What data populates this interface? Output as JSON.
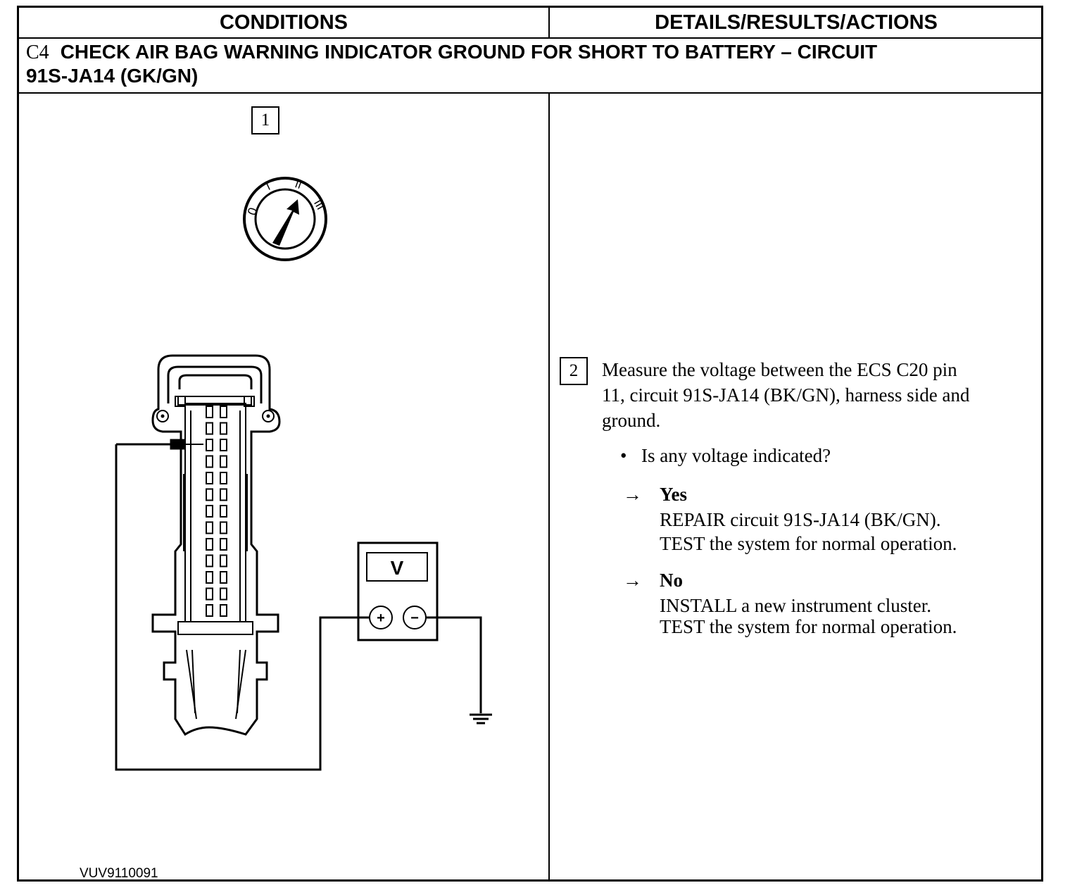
{
  "header": {
    "conditions": "CONDITIONS",
    "details": "DETAILS/RESULTS/ACTIONS"
  },
  "step": {
    "code": "C4",
    "title_line1": "CHECK AIR BAG WARNING INDICATOR GROUND FOR SHORT TO BATTERY – CIRCUIT",
    "title_line2": "91S-JA14 (GK/GN)"
  },
  "conditions": {
    "box1": "1",
    "ignition_labels": [
      "0",
      "I",
      "II",
      "III"
    ],
    "meter_label": "V",
    "meter_plus": "+",
    "meter_minus": "−",
    "figure_id": "VUV9110091"
  },
  "details": {
    "box2": "2",
    "instruction_lines": [
      "Measure the voltage between the ECS C20 pin",
      "11, circuit 91S-JA14 (BK/GN), harness side and",
      "ground."
    ],
    "bullet_symbol": "•",
    "question": "Is any voltage indicated?",
    "arrow": "→",
    "yes": {
      "label": "Yes",
      "lines": [
        "REPAIR circuit 91S-JA14 (BK/GN).",
        "TEST the system for normal operation."
      ]
    },
    "no": {
      "label": "No",
      "lines": [
        "INSTALL a new instrument cluster.",
        "TEST the system for normal operation."
      ]
    }
  }
}
